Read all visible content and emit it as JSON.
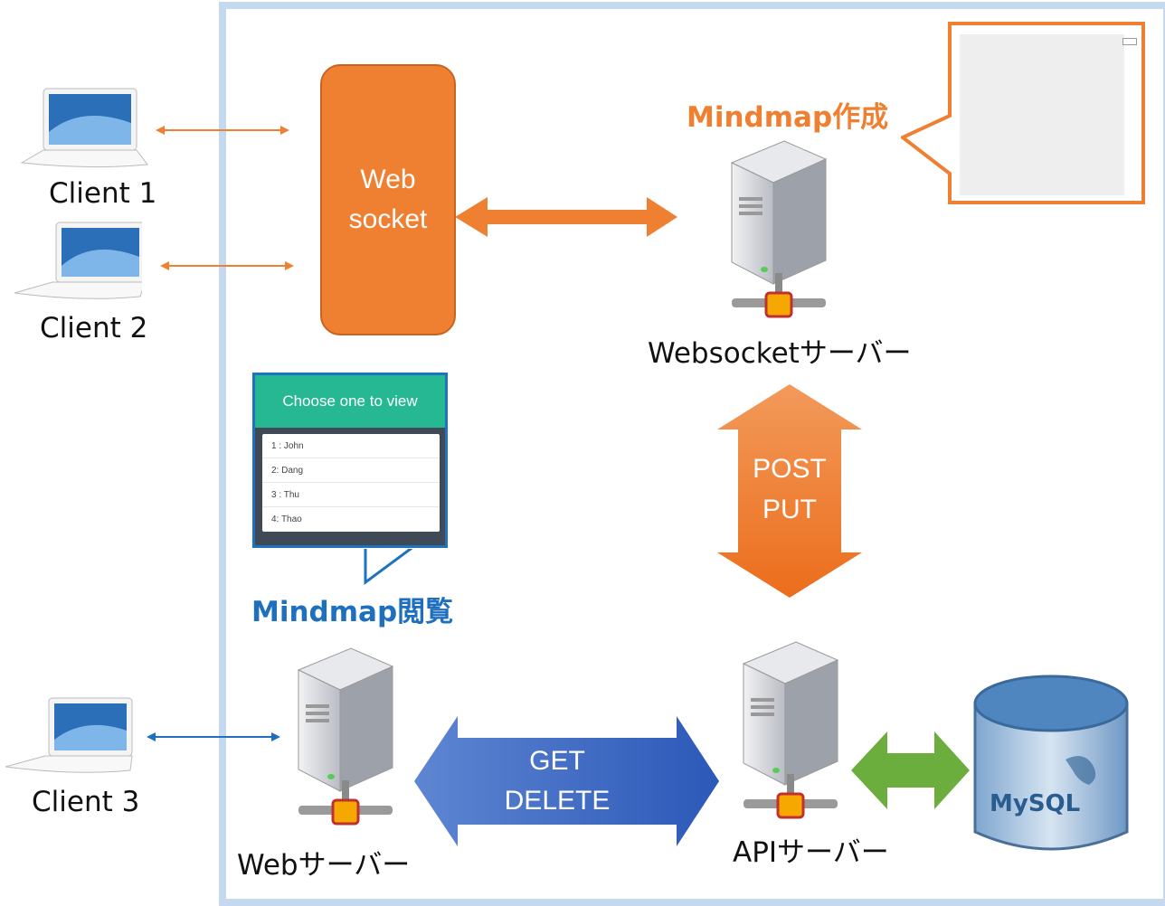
{
  "clients": [
    {
      "label": "Client 1"
    },
    {
      "label": "Client 2"
    },
    {
      "label": "Client 3"
    }
  ],
  "websocket_box": {
    "line1": "Web",
    "line2": "socket"
  },
  "servers": {
    "websocket": "Websocketサーバー",
    "web": "Webサーバー",
    "api": "APIサーバー"
  },
  "arrows": {
    "post_put": {
      "line1": "POST",
      "line2": "PUT"
    },
    "get_delete": {
      "line1": "GET",
      "line2": "DELETE"
    }
  },
  "callouts": {
    "create": {
      "title": "Mindmap作成"
    },
    "view": {
      "title": "Mindmap閲覧",
      "header": "Choose one to view",
      "items": [
        "1 : John",
        "2: Dang",
        "3 : Thu",
        "4: Thao"
      ]
    }
  },
  "database": {
    "logo": "MySQL"
  },
  "colors": {
    "orange": "#ef7f31",
    "blue": "#2f62c0",
    "green": "#6cae3e",
    "teal": "#26b893",
    "frame": "#c5d9ee"
  }
}
